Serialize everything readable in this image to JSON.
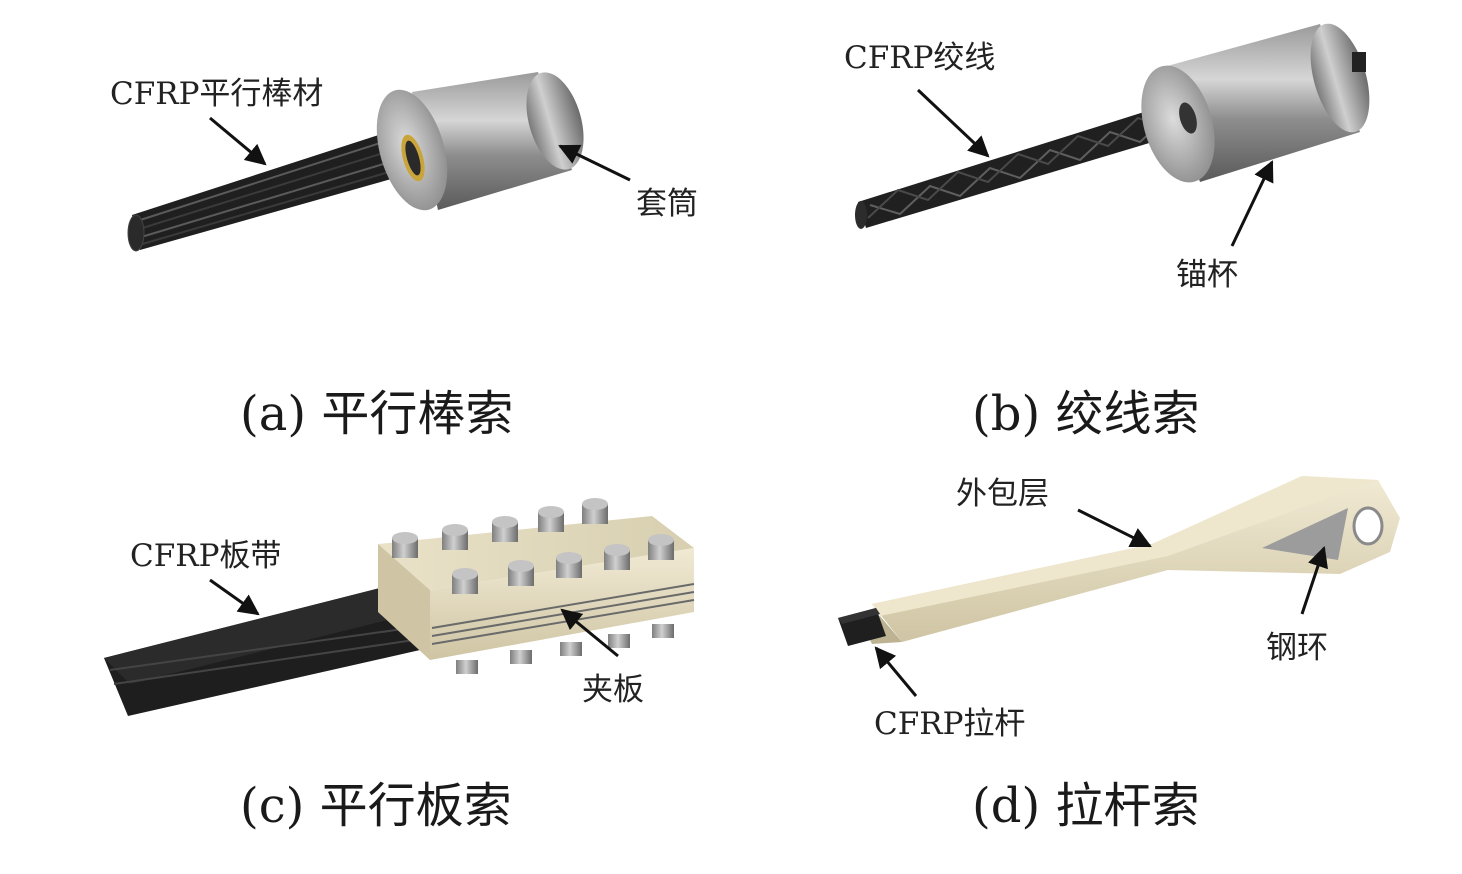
{
  "panel_a": {
    "caption": "(a)  平行棒索",
    "label_rod": "CFRP平行棒材",
    "label_sleeve": "套筒"
  },
  "panel_b": {
    "caption": "(b)  绞线索",
    "label_strand": "CFRP绞线",
    "label_cup": "锚杯"
  },
  "panel_c": {
    "caption": "(c)  平行板索",
    "label_strip": "CFRP板带",
    "label_clamp": "夹板"
  },
  "panel_d": {
    "caption": "(d)  拉杆索",
    "label_cover": "外包层",
    "label_ring": "钢环",
    "label_rod": "CFRP拉杆"
  }
}
